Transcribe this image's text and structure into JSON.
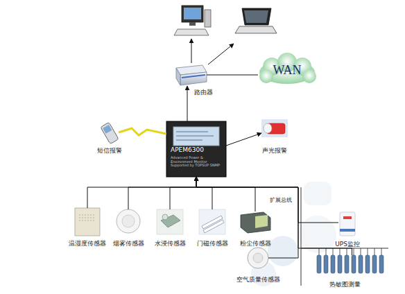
{
  "diagram": {
    "nodes": [
      {
        "text": [
          "路由器"
        ]
      },
      {
        "text": [
          "WAN"
        ]
      },
      {
        "text": [
          "APEM6300",
          "Advanced Power & Environment Monitor Supported by TOPSUP SNMP"
        ]
      },
      {
        "text": [
          "短信报警"
        ]
      },
      {
        "text": [
          "声光报警"
        ]
      },
      {
        "text": [
          "温湿度传感器"
        ]
      },
      {
        "text": [
          "烟雾传感器"
        ]
      },
      {
        "text": [
          "水浸传感器"
        ]
      },
      {
        "text": [
          "门磁传感器"
        ]
      },
      {
        "text": [
          "粉尘传感器"
        ]
      },
      {
        "text": [
          "UPS监控"
        ]
      },
      {
        "text": [
          "热敏图测量"
        ]
      },
      {
        "text": [
          "空气质量传感器"
        ]
      }
    ],
    "edges": [
      {
        "from": 2,
        "to": 0,
        "arrow": "to"
      },
      {
        "from": 0,
        "to": 1,
        "arrow": "none"
      },
      {
        "from": 3,
        "to": 2,
        "arrow": "none"
      },
      {
        "from": 2,
        "to": 4,
        "arrow": "to"
      },
      {
        "from": 5,
        "to": 2,
        "arrow": "to"
      },
      {
        "from": 6,
        "to": 2,
        "arrow": "to"
      },
      {
        "from": 7,
        "to": 2,
        "arrow": "to"
      },
      {
        "from": 8,
        "to": 2,
        "arrow": "to"
      },
      {
        "from": 9,
        "to": 2,
        "arrow": "to"
      },
      {
        "from": 2,
        "to": 10,
        "arrow": "none"
      },
      {
        "from": 2,
        "to": 11,
        "arrow": "none"
      },
      {
        "from": 2,
        "to": 12,
        "arrow": "none"
      }
    ],
    "labels": [
      "扩展总线"
    ]
  }
}
